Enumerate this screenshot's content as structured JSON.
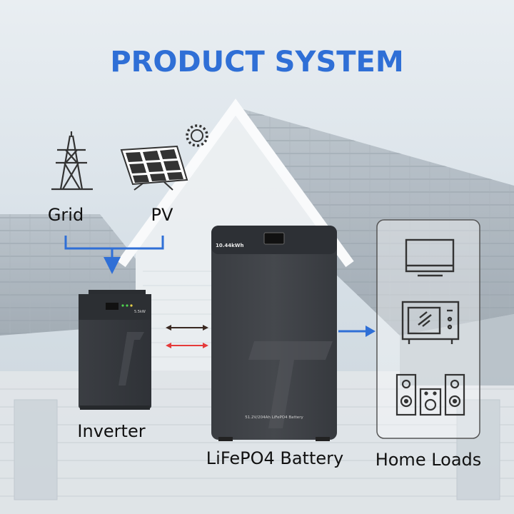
{
  "title": "PRODUCT SYSTEM",
  "labels": {
    "grid": "Grid",
    "pv": "PV",
    "inverter": "Inverter",
    "battery": "LiFePO4 Battery",
    "home_loads": "Home Loads"
  },
  "battery_panel": {
    "capacity": "10.44kWh",
    "spec": "51.2V/204Ah LiFePO4 Battery"
  },
  "inverter_panel": {
    "rating": "5.5kW"
  },
  "colors": {
    "title": "#2f6fd6",
    "flow_blue": "#2f6fd6",
    "flow_red": "#e53a3a",
    "flow_dark": "#3a2a22"
  },
  "icons": [
    "transmission-tower-icon",
    "solar-panel-icon",
    "sun-icon",
    "tv-icon",
    "microwave-icon",
    "speaker-system-icon"
  ]
}
